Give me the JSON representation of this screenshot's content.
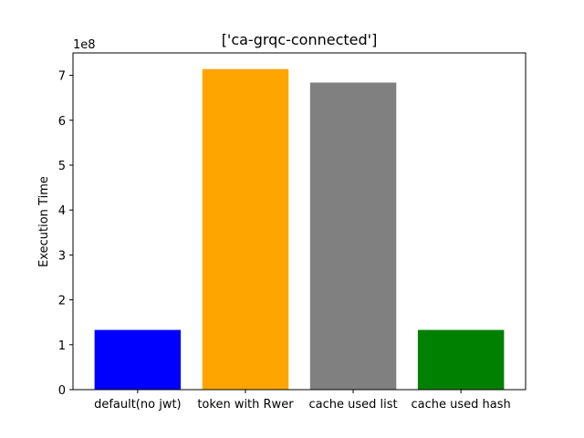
{
  "chart_data": {
    "type": "bar",
    "title": "['ca-grqc-connected']",
    "xlabel": "",
    "ylabel": "Execution Time",
    "offset_text": "1e8",
    "categories": [
      "default(no jwt)",
      "token with Rwer",
      "cache used list",
      "cache used hash"
    ],
    "values": [
      133000000,
      714000000,
      684000000,
      133000000
    ],
    "colors": [
      "#0000ff",
      "#ffa500",
      "#808080",
      "#008000"
    ],
    "ylim": [
      0,
      750000000
    ],
    "yticks": [
      0,
      100000000,
      200000000,
      300000000,
      400000000,
      500000000,
      600000000,
      700000000
    ],
    "ytick_labels": [
      "0",
      "1",
      "2",
      "3",
      "4",
      "5",
      "6",
      "7"
    ],
    "grid": false,
    "legend": "none"
  }
}
